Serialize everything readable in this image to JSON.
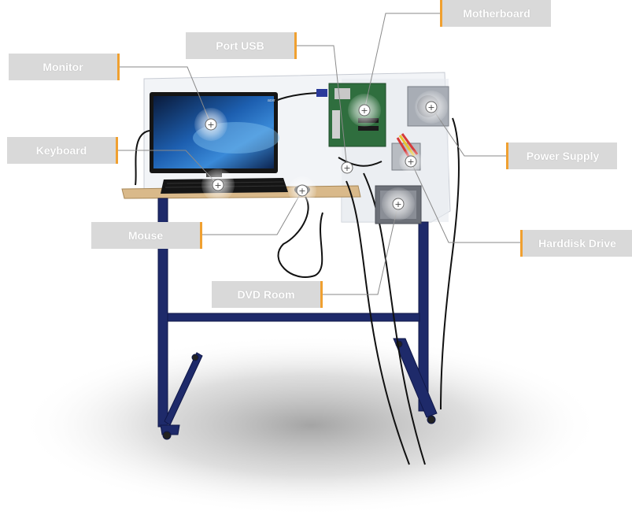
{
  "accent_color": "#f0a030",
  "label_bg": "#d9d9d9",
  "hotspot_icon": "plus-circle-icon",
  "labels": {
    "motherboard": "Motherboard",
    "port_usb": "Port USB",
    "monitor": "Monitor",
    "keyboard": "Keyboard",
    "power_supply": "Power Supply",
    "mouse": "Mouse",
    "harddisk_drive": "Harddisk Drive",
    "dvd_room": "DVD Room"
  },
  "monitor_brand": "acer"
}
